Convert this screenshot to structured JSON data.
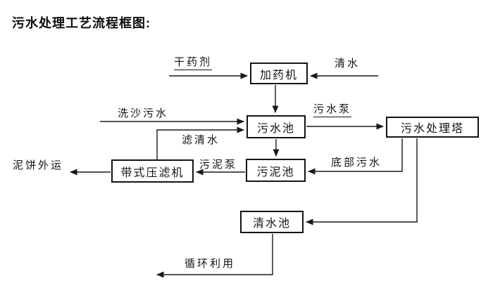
{
  "title": "污水处理工艺流程框图:",
  "diagram": {
    "type": "flowchart",
    "nodes": {
      "dosing_machine": "加药机",
      "sewage_pool": "污水池",
      "treatment_tower": "污水处理塔",
      "sludge_pool": "污泥池",
      "belt_filter_press": "带式压滤机",
      "clean_water_pool": "清水池"
    },
    "edge_labels": {
      "dry_agent": "干药剂",
      "clean_water": "清水",
      "sand_washing_sewage": "洗沙污水",
      "sewage_pump": "污水泵",
      "filtered_water": "滤清水",
      "bottom_sewage": "底部污水",
      "sludge_pump": "污泥泵",
      "mud_cake_out": "泥饼外运",
      "recycling": "循环利用"
    },
    "edges": [
      {
        "from": "干药剂(外部)",
        "to": "加药机",
        "label": "干药剂"
      },
      {
        "from": "清水(外部)",
        "to": "加药机",
        "label": "清水"
      },
      {
        "from": "加药机",
        "to": "污水池",
        "label": ""
      },
      {
        "from": "洗沙污水(外部)",
        "to": "污水池",
        "label": "洗沙污水"
      },
      {
        "from": "带式压滤机",
        "to": "污水池",
        "label": "滤清水"
      },
      {
        "from": "污水池",
        "to": "污水处理塔",
        "label": "污水泵"
      },
      {
        "from": "污水池",
        "to": "污泥池",
        "label": ""
      },
      {
        "from": "污水处理塔",
        "to": "污泥池",
        "label": "底部污水"
      },
      {
        "from": "污泥池",
        "to": "带式压滤机",
        "label": "污泥泵"
      },
      {
        "from": "带式压滤机",
        "to": "外运",
        "label": "泥饼外运"
      },
      {
        "from": "污水处理塔",
        "to": "清水池",
        "label": ""
      },
      {
        "from": "清水池",
        "to": "回用",
        "label": "循环利用"
      }
    ],
    "colors": {
      "background": "#ffffff",
      "line": "#1a1a1a",
      "box_border": "#141414",
      "text": "#111111"
    }
  }
}
